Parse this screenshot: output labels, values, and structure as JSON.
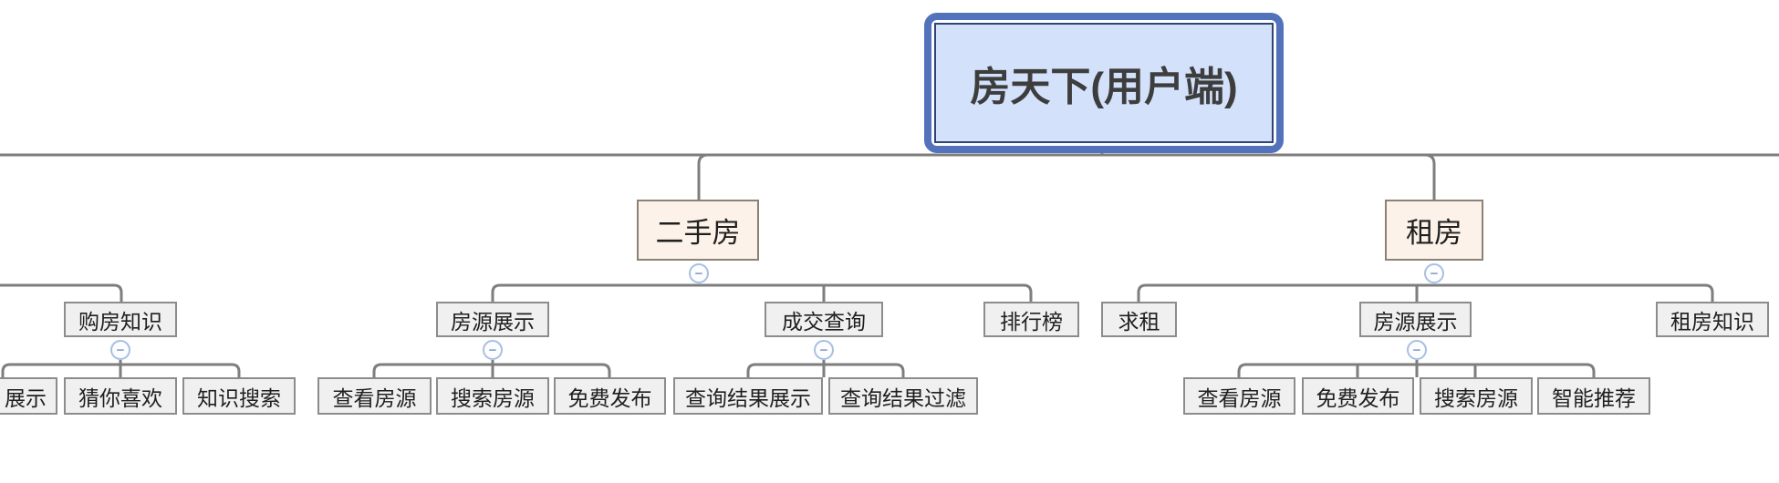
{
  "icons": {
    "collapse_glyph": "−"
  },
  "colors": {
    "root_border": "#5273bc",
    "root_inner_border": "#2f4577",
    "root_fill": "#d3e1fb",
    "branch_fill": "#fcf2e9",
    "branch_border": "#8a8274",
    "node_fill": "#f0f0f0",
    "node_border": "#8c8c8c",
    "connector": "#7e7e7e",
    "collapse_ring": "#a9bfe2",
    "text": "#1f1f1f"
  },
  "mindmap": {
    "root": {
      "label": "房天下(用户端)"
    },
    "left_partial": {
      "children": [
        {
          "label": "购房知识",
          "children": [
            {
              "label": "展示"
            },
            {
              "label": "猜你喜欢"
            },
            {
              "label": "知识搜索"
            }
          ]
        }
      ]
    },
    "branches": [
      {
        "label": "二手房",
        "children": [
          {
            "label": "房源展示",
            "children": [
              {
                "label": "查看房源"
              },
              {
                "label": "搜索房源"
              },
              {
                "label": "免费发布"
              }
            ]
          },
          {
            "label": "成交查询",
            "children": [
              {
                "label": "查询结果展示"
              },
              {
                "label": "查询结果过滤"
              }
            ]
          },
          {
            "label": "排行榜",
            "children": []
          }
        ]
      },
      {
        "label": "租房",
        "children": [
          {
            "label": "求租",
            "children": []
          },
          {
            "label": "房源展示",
            "children": [
              {
                "label": "查看房源"
              },
              {
                "label": "免费发布"
              },
              {
                "label": "搜索房源"
              },
              {
                "label": "智能推荐"
              }
            ]
          },
          {
            "label": "租房知识",
            "children": []
          }
        ]
      }
    ]
  }
}
